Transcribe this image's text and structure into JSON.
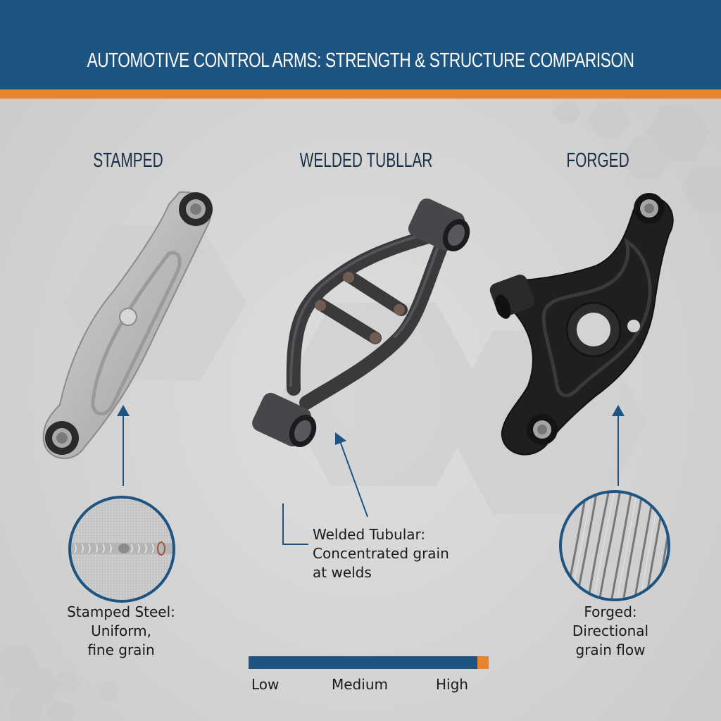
{
  "header": {
    "title": "AUTOMOTIVE CONTROL ARMS: STRENGTH & STRUCTURE COMPARISON",
    "background_color": "#1d5482",
    "stripe_color": "#e8832b"
  },
  "columns": [
    {
      "title": "STAMPED",
      "part_image": "stamped-steel-control-arm",
      "callout": "grain-closeup-circle",
      "caption": [
        "Stamped Steel:",
        "Uniform,",
        "fine grain"
      ]
    },
    {
      "title": "WELDED TUBLLAR",
      "part_image": "welded-tubular-control-arm",
      "callout": "bracket-line",
      "caption": [
        "Welded Tubular:",
        "Concentrated grain",
        "at welds"
      ]
    },
    {
      "title": "FORGED",
      "part_image": "forged-control-arm",
      "callout": "grain-flow-closeup-circle",
      "caption": [
        "Forged:",
        "Directional",
        "grain flow"
      ]
    }
  ],
  "scale": {
    "labels": [
      "Low",
      "Medium",
      "High"
    ],
    "bar_color": "#1d5482",
    "accent_color": "#e8832b"
  }
}
